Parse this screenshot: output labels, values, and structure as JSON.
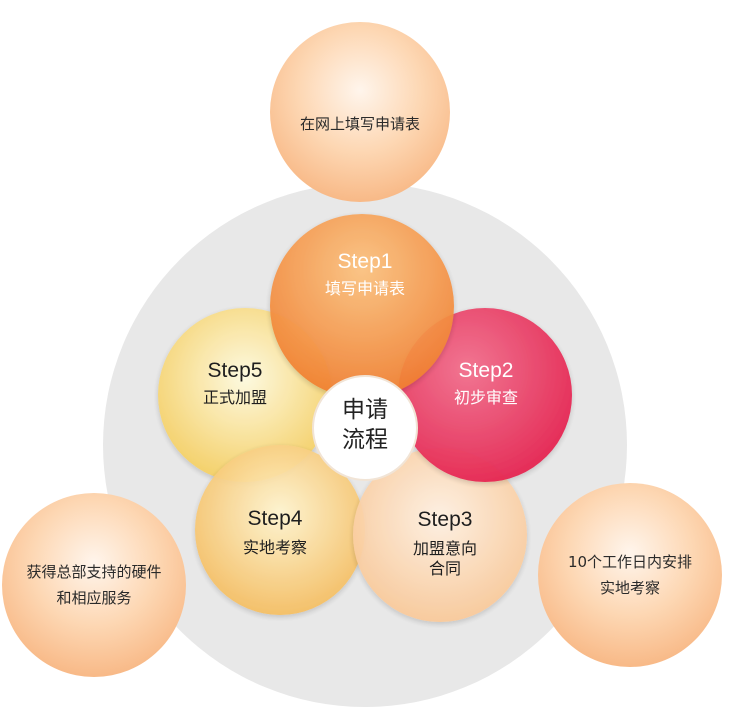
{
  "center": {
    "line1": "申请",
    "line2": "流程"
  },
  "steps": [
    {
      "title": "Step1",
      "label": "填写申请表"
    },
    {
      "title": "Step2",
      "label": "初步审查"
    },
    {
      "title": "Step3",
      "label": "加盟意向",
      "label2": "合同"
    },
    {
      "title": "Step4",
      "label": "实地考察"
    },
    {
      "title": "Step5",
      "label": "正式加盟"
    }
  ],
  "outer": [
    {
      "line1": "在网上填写申请表"
    },
    {
      "line1": "10个工作日内安排",
      "line2": "实地考察"
    },
    {
      "line1": "获得总部支持的硬件",
      "line2": "和相应服务"
    }
  ],
  "colors": {
    "step1": "#f39a4a",
    "step2": "#ec2f5a",
    "step3": "#fcd9b7",
    "step4": "#f7c46a",
    "step5": "#f6d36e",
    "outer": "#fcc99b",
    "backdrop": "#e9e9e9"
  }
}
